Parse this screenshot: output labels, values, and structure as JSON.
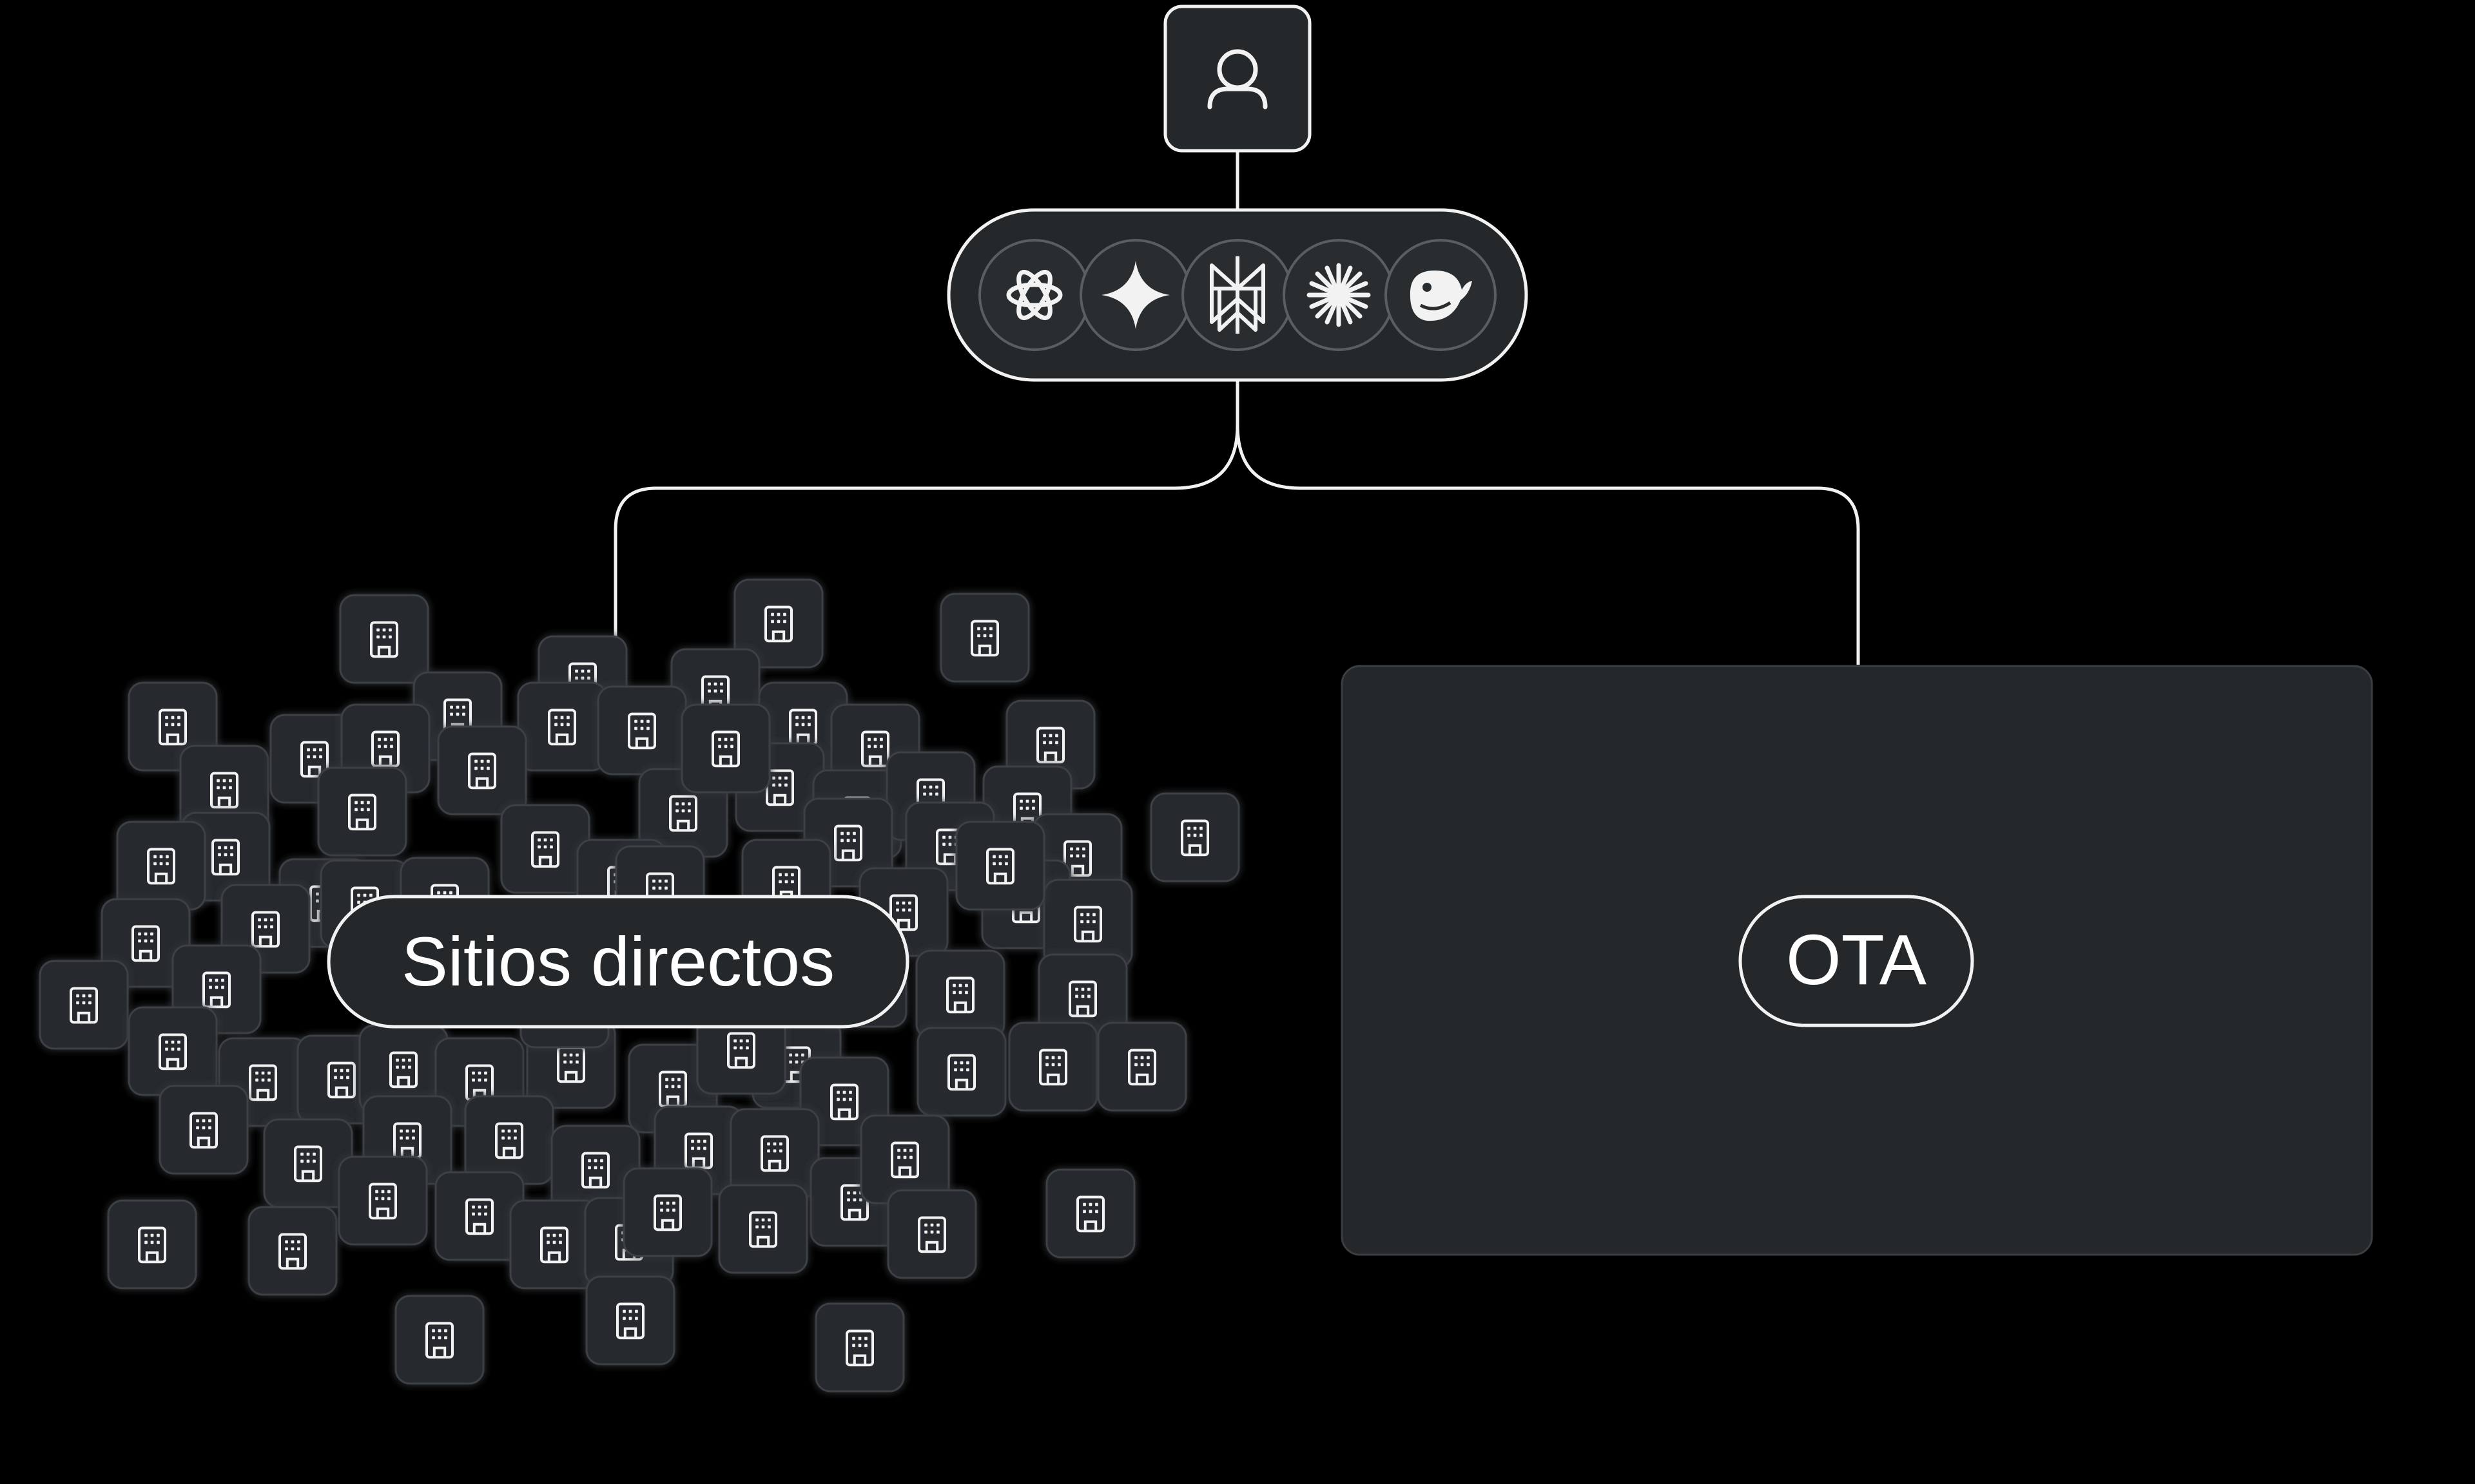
{
  "diagram": {
    "user": {
      "icon": "user-icon"
    },
    "ai_providers": [
      {
        "name": "openai",
        "icon": "openai-logo-icon"
      },
      {
        "name": "gemini",
        "icon": "sparkle-star-icon"
      },
      {
        "name": "perplexity",
        "icon": "perplexity-logo-icon"
      },
      {
        "name": "claude",
        "icon": "claude-burst-icon"
      },
      {
        "name": "deepseek",
        "icon": "whale-logo-icon"
      }
    ],
    "branches": {
      "left": {
        "label": "Sitios directos",
        "tile_icon": "hotel-building-icon"
      },
      "right": {
        "label": "OTA"
      }
    },
    "colors": {
      "background": "#000000",
      "box": "#25282b",
      "tile": "#272a2d",
      "stroke": "#f2f2f2",
      "text": "#ffffff"
    }
  }
}
